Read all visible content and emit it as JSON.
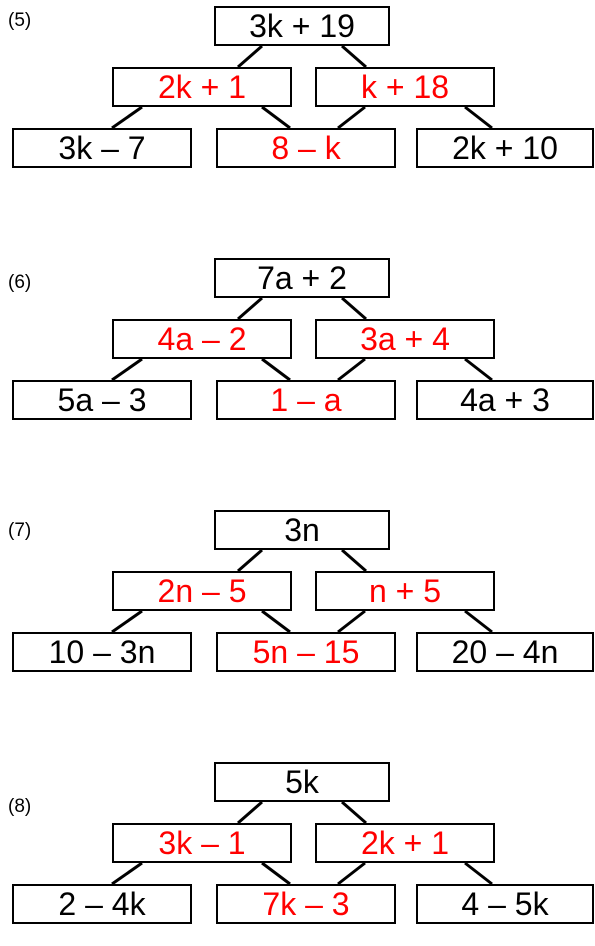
{
  "colors": {
    "given": "#000000",
    "answer": "#ff0000"
  },
  "pyramids": [
    {
      "label": "(5)",
      "top": "3k + 19",
      "middle": [
        "2k + 1",
        "k + 18"
      ],
      "bottom": [
        "3k – 7",
        "8 – k",
        "2k + 10"
      ]
    },
    {
      "label": "(6)",
      "top": "7a + 2",
      "middle": [
        "4a – 2",
        "3a + 4"
      ],
      "bottom": [
        "5a – 3",
        "1 – a",
        "4a + 3"
      ]
    },
    {
      "label": "(7)",
      "top": "3n",
      "middle": [
        "2n – 5",
        "n + 5"
      ],
      "bottom": [
        "10 – 3n",
        "5n – 15",
        "20 – 4n"
      ]
    },
    {
      "label": "(8)",
      "top": "5k",
      "middle": [
        "3k – 1",
        "2k + 1"
      ],
      "bottom": [
        "2 – 4k",
        "7k – 3",
        "4 – 5k"
      ]
    }
  ]
}
